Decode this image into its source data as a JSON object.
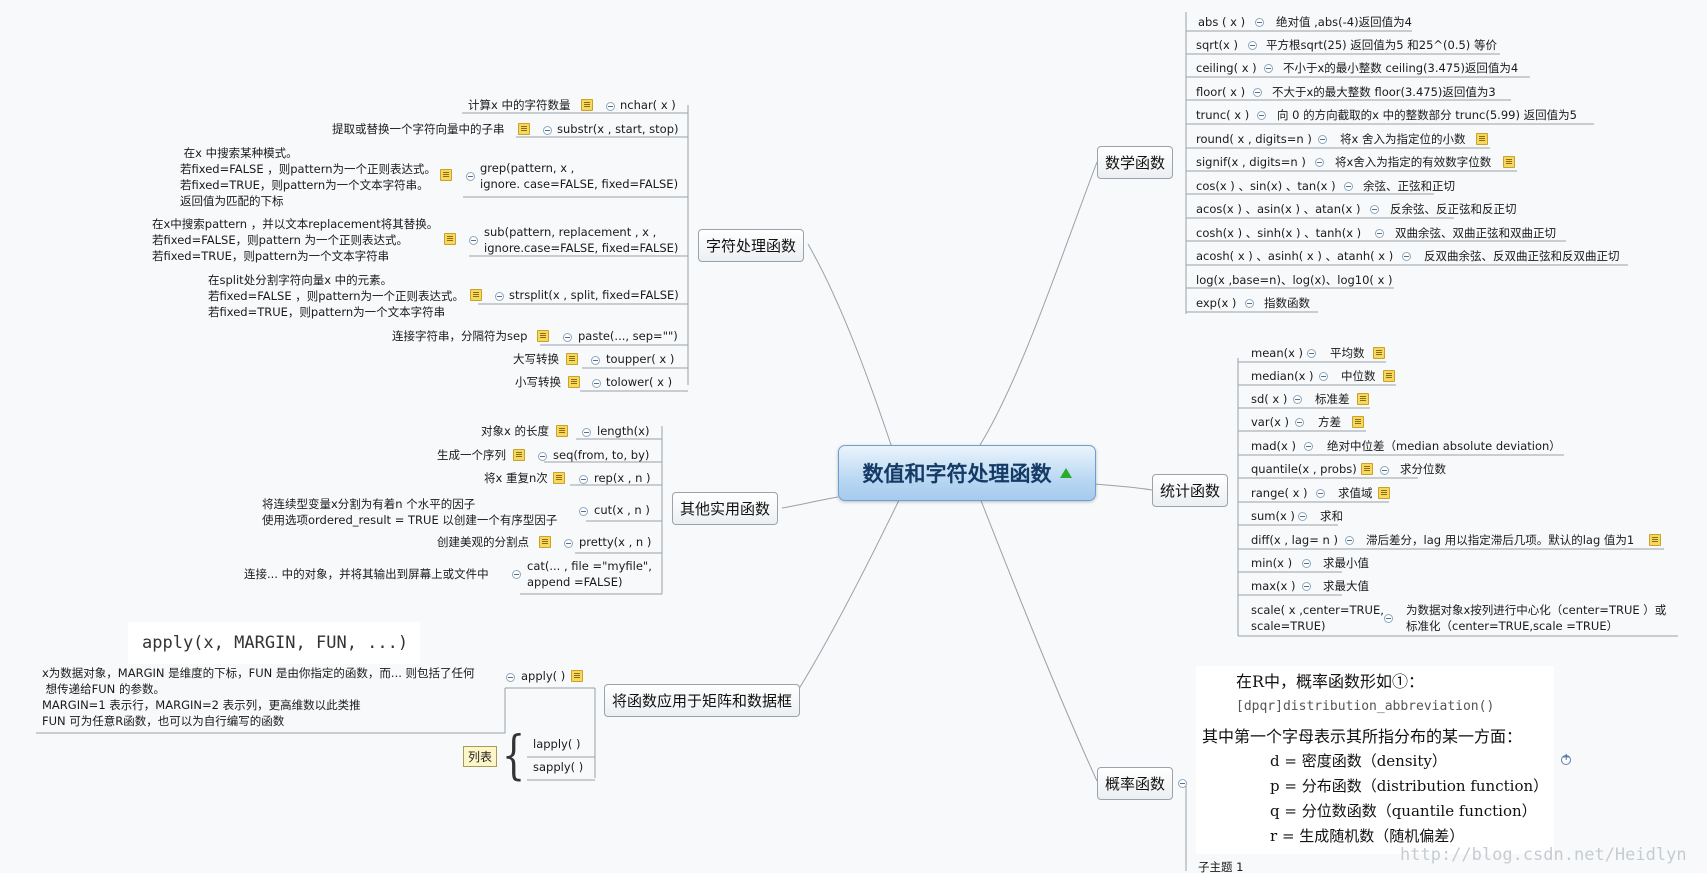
{
  "center": {
    "title": "数值和字符处理函数"
  },
  "topics": [
    "字符处理函数",
    "其他实用函数",
    "将函数应用于矩阵和数据框",
    "数学函数",
    "统计函数",
    "概率函数"
  ],
  "string_funcs": [
    {
      "note": "计算x 中的字符数量",
      "func": "nchar( x )"
    },
    {
      "note": "提取或替换一个字符向量中的子串",
      "func": "substr(x , start, stop)"
    },
    {
      "note": " 在x 中搜索某种模式。\n若fixed=FALSE ，则pattern为一个正则表达式。\n若fixed=TRUE，则pattern为一个文本字符串。\n返回值为匹配的下标",
      "func": "grep(pattern, x ,\nignore. case=FALSE, fixed=FALSE)"
    },
    {
      "note": "在x中搜索pattern ，并以文本replacement将其替换。\n若fixed=FALSE，则pattern 为一个正则表达式。\n若fixed=TRUE，则pattern为一个文本字符串",
      "func": "sub(pattern, replacement , x ,\nignore.case=FALSE, fixed=FALSE)"
    },
    {
      "note": "在split处分割字符向量x 中的元素。\n若fixed=FALSE ，则pattern为一个正则表达式。\n若fixed=TRUE，则pattern为一个文本字符串",
      "func": "strsplit(x , split, fixed=FALSE)"
    },
    {
      "note": "连接字符串，分隔符为sep",
      "func": "paste(..., sep=\"\")"
    },
    {
      "note": "大写转换",
      "func": "toupper( x )"
    },
    {
      "note": "小写转换",
      "func": "tolower( x )"
    }
  ],
  "other_funcs": [
    {
      "note": "对象x 的长度",
      "func": "length(x)"
    },
    {
      "note": "生成一个序列",
      "func": "seq(from, to, by)"
    },
    {
      "note": "将x 重复n次",
      "func": "rep(x , n )"
    },
    {
      "note": "将连续型变量x分割为有着n 个水平的因子\n使用选项ordered_result = TRUE 以创建一个有序型因子",
      "func": "cut(x , n )"
    },
    {
      "note": "创建美观的分割点",
      "func": "pretty(x , n )"
    },
    {
      "note": "连接... 中的对象，并将其输出到屏幕上或文件中",
      "func": "cat(... , file =\"myfile\",\nappend =FALSE)"
    }
  ],
  "apply_group": {
    "signature": "apply(x, MARGIN, FUN, ...)",
    "apply_note": "x为数据对象，MARGIN 是维度的下标，FUN 是由你指定的函数，而... 则包括了任何\n 想传递给FUN 的参数。\nMARGIN=1 表示行，MARGIN=2 表示列，更高维数以此类推\nFUN 可为任意R函数，也可以为自行编写的函数",
    "apply_func": "apply( )",
    "list_label": "列表",
    "lapply": "lapply( )",
    "sapply": "sapply( )"
  },
  "math_funcs": [
    {
      "func": "abs ( x )",
      "desc": "绝对值 ,abs(-4)返回值为4"
    },
    {
      "func": "sqrt(x )",
      "desc": "平方根sqrt(25) 返回值为5 和25^(0.5) 等价"
    },
    {
      "func": "ceiling( x )",
      "desc": "不小于x的最小整数  ceiling(3.475)返回值为4"
    },
    {
      "func": "floor( x )",
      "desc": "不大于x的最大整数  floor(3.475)返回值为3"
    },
    {
      "func": "trunc( x )",
      "desc": "向 0 的方向截取的x 中的整数部分   trunc(5.99) 返回值为5"
    },
    {
      "func": "round( x , digits=n )",
      "desc": "将x 舍入为指定位的小数"
    },
    {
      "func": "signif(x , digits=n )",
      "desc": "将x舍入为指定的有效数字位数"
    },
    {
      "func": "cos(x ) 、sin(x) 、tan(x )",
      "desc": "余弦、正弦和正切"
    },
    {
      "func": "acos(x ) 、asin(x ) 、atan(x )",
      "desc": "反余弦、反正弦和反正切"
    },
    {
      "func": "cosh(x ) 、sinh(x ) 、tanh(x )",
      "desc": "双曲余弦、双曲正弦和双曲正切"
    },
    {
      "func": "acosh( x ) 、asinh( x ) 、atanh( x )",
      "desc": "反双曲余弦、反双曲正弦和反双曲正切"
    },
    {
      "func": "log(x ,base=n)、log(x)、log10( x )",
      "desc": ""
    },
    {
      "func": "exp(x )",
      "desc": "指数函数"
    }
  ],
  "stat_funcs": [
    {
      "func": "mean(x )",
      "desc": "平均数"
    },
    {
      "func": "median(x )",
      "desc": "中位数"
    },
    {
      "func": "sd( x )",
      "desc": "标准差"
    },
    {
      "func": "var(x )",
      "desc": "方差"
    },
    {
      "func": "mad(x )",
      "desc": "绝对中位差（median absolute deviation）"
    },
    {
      "func": "quantile(x , probs)",
      "desc": "求分位数"
    },
    {
      "func": "range( x )",
      "desc": "求值域"
    },
    {
      "func": "sum(x )",
      "desc": "求和"
    },
    {
      "func": "diff(x , lag= n )",
      "desc": "滞后差分，lag 用以指定滞后几项。默认的lag 值为1"
    },
    {
      "func": "min(x )",
      "desc": "求最小值"
    },
    {
      "func": "max(x )",
      "desc": "求最大值"
    },
    {
      "func": "scale( x ,center=TRUE,\nscale=TRUE)",
      "desc": "为数据对象x按列进行中心化（center=TRUE ）或\n标准化（center=TRUE,scale =TRUE）"
    }
  ],
  "probability": {
    "intro": "在R中，概率函数形如①：",
    "form": "[dpqr]distribution_abbreviation()",
    "desc": "其中第一个字母表示其所指分布的某一方面：",
    "items": [
      "d = 密度函数（density）",
      "p = 分布函数（distribution function）",
      "q = 分位数函数（quantile function）",
      "r = 生成随机数（随机偏差）"
    ],
    "subtopic": "子主题 1"
  },
  "watermark": "http://blog.csdn.net/Heidlyn"
}
